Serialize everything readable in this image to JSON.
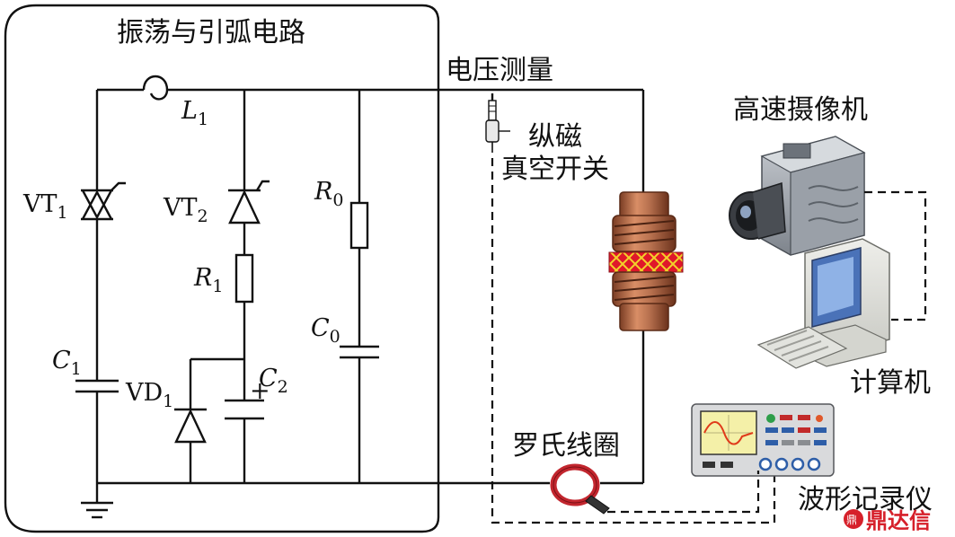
{
  "labels": {
    "circuit_title": "振荡与引弧电路",
    "voltage_measurement": "电压测量",
    "vacuum_switch_line1": "纵磁",
    "vacuum_switch_line2": "真空开关",
    "high_speed_camera": "高速摄像机",
    "computer": "计算机",
    "rogowski_coil": "罗氏线圈",
    "waveform_recorder": "波形记录仪",
    "watermark": "鼎达信"
  },
  "components": {
    "L1": {
      "letter": "L",
      "sub": "1"
    },
    "VT1": {
      "letter": "VT",
      "sub": "1"
    },
    "VT2": {
      "letter": "VT",
      "sub": "2"
    },
    "R0": {
      "letter": "R",
      "sub": "0"
    },
    "R1": {
      "letter": "R",
      "sub": "1"
    },
    "C0": {
      "letter": "C",
      "sub": "0"
    },
    "C1": {
      "letter": "C",
      "sub": "1"
    },
    "C2": {
      "letter": "C",
      "sub": "2"
    },
    "VD1": {
      "letter": "VD",
      "sub": "1"
    },
    "C2_polarity": "+"
  },
  "colors": {
    "line": "#111111",
    "switch_body": "#b8714f",
    "arc_band": "#e0182a",
    "arc_pattern": "#f2d12a",
    "scope_screen": "#f4f0a8",
    "scope_trace": "#e03a1a",
    "coil": "#c2262e",
    "watermark": "#d6202a"
  }
}
